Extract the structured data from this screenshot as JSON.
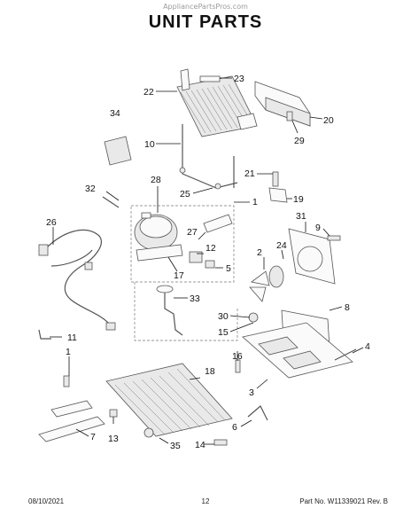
{
  "watermark": "AppliancePartsPros.com",
  "title": "UNIT PARTS",
  "callouts": {
    "c1": "1",
    "c2": "2",
    "c3": "3",
    "c4": "4",
    "c5": "5",
    "c6": "6",
    "c7": "7",
    "c8": "8",
    "c9": "9",
    "c10": "10",
    "c11": "11",
    "c12": "12",
    "c13": "13",
    "c14": "14",
    "c15": "15",
    "c16": "16",
    "c17": "17",
    "c18": "18",
    "c19": "19",
    "c20": "20",
    "c21": "21",
    "c22": "22",
    "c23": "23",
    "c24": "24",
    "c25": "25",
    "c26": "26",
    "c27": "27",
    "c28": "28",
    "c29": "29",
    "c30": "30",
    "c31": "31",
    "c32": "32",
    "c33": "33",
    "c34": "34",
    "c35": "35"
  },
  "footer": {
    "date": "08/10/2021",
    "page": "12",
    "part": "Part No. W11339021  Rev. B"
  }
}
